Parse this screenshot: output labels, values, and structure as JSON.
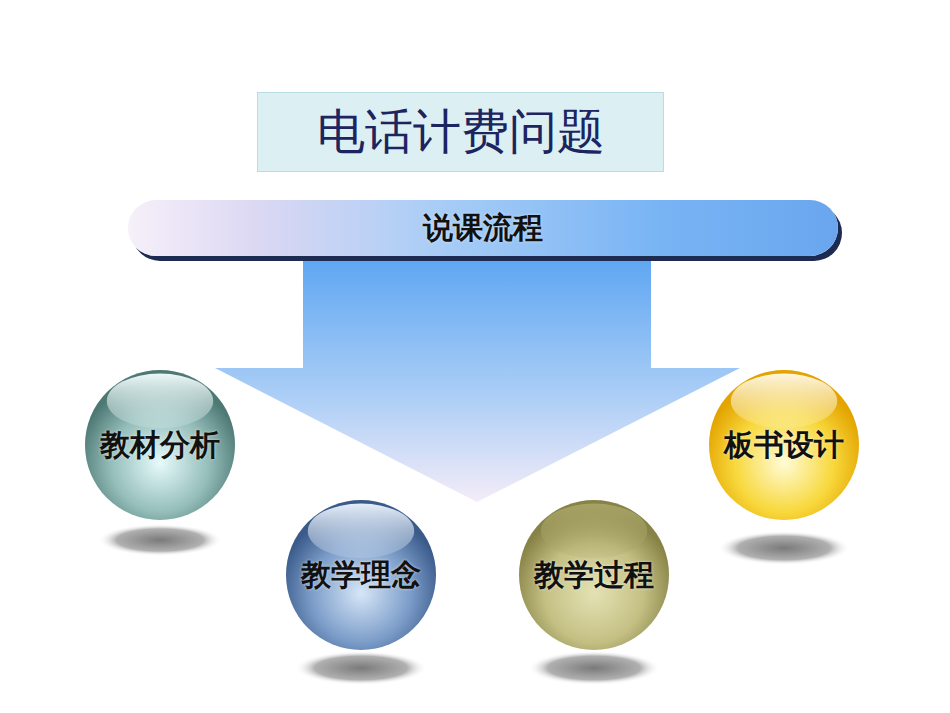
{
  "diagram": {
    "title": "电话计费问题",
    "nodes": [
      {
        "text": [
          "说课流程"
        ]
      },
      {
        "text": [
          "教材分析"
        ]
      },
      {
        "text": [
          "教学理念"
        ]
      },
      {
        "text": [
          "教学过程"
        ]
      },
      {
        "text": [
          "板书设计"
        ]
      }
    ]
  }
}
